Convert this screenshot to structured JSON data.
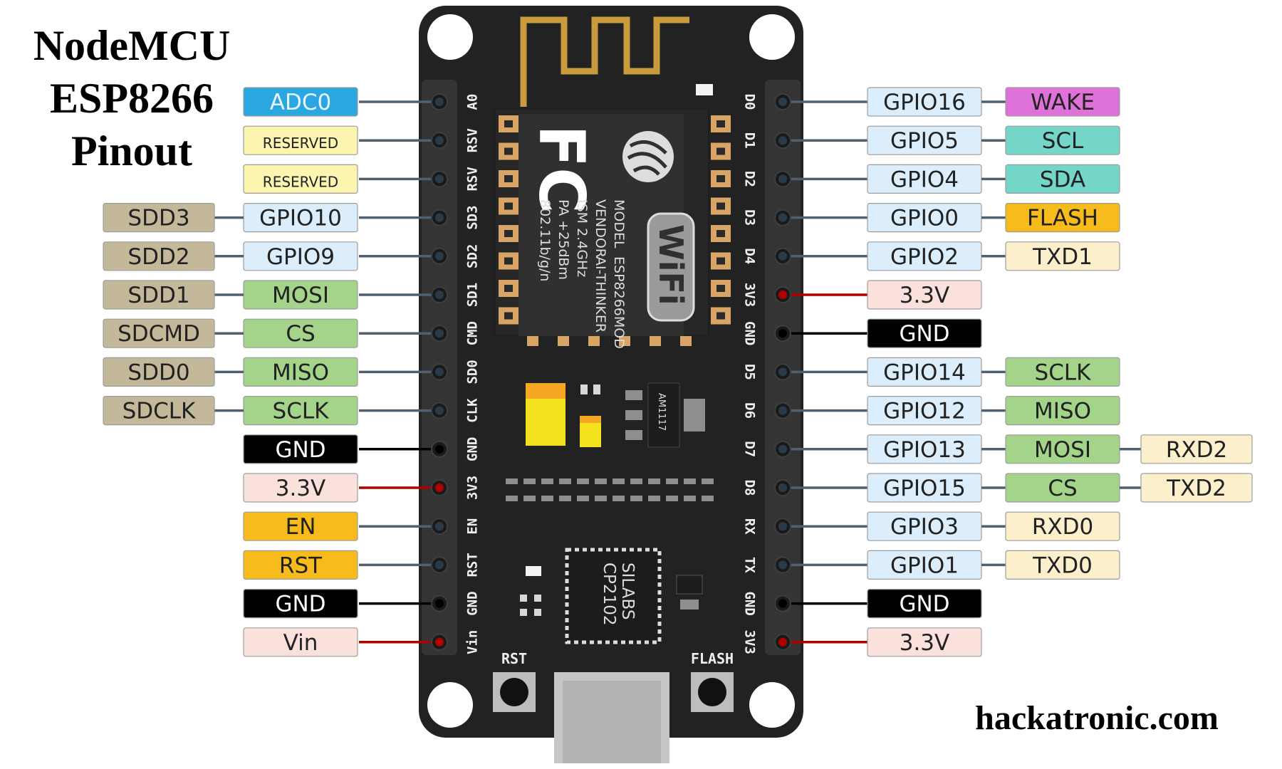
{
  "title": {
    "line1": "NodeMCU",
    "line2": "ESP8266",
    "line3": "Pinout"
  },
  "website": "hackatronic.com",
  "colors": {
    "adc": "#2aa6e0",
    "reserved": "#fbf5b0",
    "sd": "#c3b89a",
    "gpio": "#dceefb",
    "spi": "#a3d48a",
    "gnd": "#000000",
    "power": "#fbe1db",
    "control": "#f7bc1b",
    "wake": "#df72d8",
    "i2c": "#73d6c9",
    "uart": "#fcefcc",
    "board": "#222222",
    "pin_line": "#4f6071",
    "power_line": "#b00000",
    "gnd_line": "#000000"
  },
  "board": {
    "module": {
      "logo": "FC",
      "lines": [
        "MODEL",
        "VENDOR",
        "ISM 2.4GHz",
        "PA +25dBm",
        "802.11b/g/n"
      ],
      "values": [
        "ESP8266MOD",
        "AI-THINKER"
      ],
      "wifi": "WiFi"
    },
    "regulator": "AM1117",
    "usb_chip": [
      "SILABS",
      "CP2102"
    ],
    "buttons": {
      "reset": "RST",
      "flash": "FLASH"
    }
  },
  "left_pins": [
    {
      "pin": "A0",
      "labels": [
        {
          "text": "ADC0",
          "kind": "adc"
        }
      ]
    },
    {
      "pin": "RSV",
      "labels": [
        {
          "text": "RESERVED",
          "kind": "reserved"
        }
      ]
    },
    {
      "pin": "RSV",
      "labels": [
        {
          "text": "RESERVED",
          "kind": "reserved"
        }
      ]
    },
    {
      "pin": "SD3",
      "labels": [
        {
          "text": "GPIO10",
          "kind": "gpio"
        },
        {
          "text": "SDD3",
          "kind": "sd"
        }
      ]
    },
    {
      "pin": "SD2",
      "labels": [
        {
          "text": "GPIO9",
          "kind": "gpio"
        },
        {
          "text": "SDD2",
          "kind": "sd"
        }
      ]
    },
    {
      "pin": "SD1",
      "labels": [
        {
          "text": "MOSI",
          "kind": "spi"
        },
        {
          "text": "SDD1",
          "kind": "sd"
        }
      ]
    },
    {
      "pin": "CMD",
      "labels": [
        {
          "text": "CS",
          "kind": "spi"
        },
        {
          "text": "SDCMD",
          "kind": "sd"
        }
      ]
    },
    {
      "pin": "SD0",
      "labels": [
        {
          "text": "MISO",
          "kind": "spi"
        },
        {
          "text": "SDD0",
          "kind": "sd"
        }
      ]
    },
    {
      "pin": "CLK",
      "labels": [
        {
          "text": "SCLK",
          "kind": "spi"
        },
        {
          "text": "SDCLK",
          "kind": "sd"
        }
      ]
    },
    {
      "pin": "GND",
      "labels": [
        {
          "text": "GND",
          "kind": "gnd"
        }
      ]
    },
    {
      "pin": "3V3",
      "labels": [
        {
          "text": "3.3V",
          "kind": "power"
        }
      ]
    },
    {
      "pin": "EN",
      "labels": [
        {
          "text": "EN",
          "kind": "control"
        }
      ]
    },
    {
      "pin": "RST",
      "labels": [
        {
          "text": "RST",
          "kind": "control"
        }
      ]
    },
    {
      "pin": "GND",
      "labels": [
        {
          "text": "GND",
          "kind": "gnd"
        }
      ]
    },
    {
      "pin": "Vin",
      "labels": [
        {
          "text": "Vin",
          "kind": "power"
        }
      ]
    }
  ],
  "right_pins": [
    {
      "pin": "D0",
      "labels": [
        {
          "text": "GPIO16",
          "kind": "gpio"
        },
        {
          "text": "WAKE",
          "kind": "wake"
        }
      ]
    },
    {
      "pin": "D1",
      "labels": [
        {
          "text": "GPIO5",
          "kind": "gpio"
        },
        {
          "text": "SCL",
          "kind": "i2c"
        }
      ]
    },
    {
      "pin": "D2",
      "labels": [
        {
          "text": "GPIO4",
          "kind": "gpio"
        },
        {
          "text": "SDA",
          "kind": "i2c"
        }
      ]
    },
    {
      "pin": "D3",
      "labels": [
        {
          "text": "GPIO0",
          "kind": "gpio"
        },
        {
          "text": "FLASH",
          "kind": "control"
        }
      ]
    },
    {
      "pin": "D4",
      "labels": [
        {
          "text": "GPIO2",
          "kind": "gpio"
        },
        {
          "text": "TXD1",
          "kind": "uart"
        }
      ]
    },
    {
      "pin": "3V3",
      "labels": [
        {
          "text": "3.3V",
          "kind": "power"
        }
      ]
    },
    {
      "pin": "GND",
      "labels": [
        {
          "text": "GND",
          "kind": "gnd"
        }
      ]
    },
    {
      "pin": "D5",
      "labels": [
        {
          "text": "GPIO14",
          "kind": "gpio"
        },
        {
          "text": "SCLK",
          "kind": "spi"
        }
      ]
    },
    {
      "pin": "D6",
      "labels": [
        {
          "text": "GPIO12",
          "kind": "gpio"
        },
        {
          "text": "MISO",
          "kind": "spi"
        }
      ]
    },
    {
      "pin": "D7",
      "labels": [
        {
          "text": "GPIO13",
          "kind": "gpio"
        },
        {
          "text": "MOSI",
          "kind": "spi"
        },
        {
          "text": "RXD2",
          "kind": "uart"
        }
      ]
    },
    {
      "pin": "D8",
      "labels": [
        {
          "text": "GPIO15",
          "kind": "gpio"
        },
        {
          "text": "CS",
          "kind": "spi"
        },
        {
          "text": "TXD2",
          "kind": "uart"
        }
      ]
    },
    {
      "pin": "RX",
      "labels": [
        {
          "text": "GPIO3",
          "kind": "gpio"
        },
        {
          "text": "RXD0",
          "kind": "uart"
        }
      ]
    },
    {
      "pin": "TX",
      "labels": [
        {
          "text": "GPIO1",
          "kind": "gpio"
        },
        {
          "text": "TXD0",
          "kind": "uart"
        }
      ]
    },
    {
      "pin": "GND",
      "labels": [
        {
          "text": "GND",
          "kind": "gnd"
        }
      ]
    },
    {
      "pin": "3V3",
      "labels": [
        {
          "text": "3.3V",
          "kind": "power"
        }
      ]
    }
  ]
}
